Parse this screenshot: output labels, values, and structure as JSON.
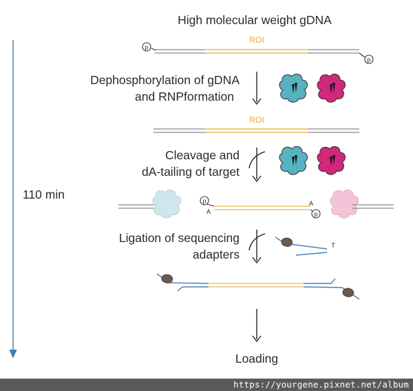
{
  "title": "High molecular weight gDNA",
  "roi_label": "ROI",
  "phosphate_label": "p",
  "adenine_label": "A",
  "thymine_label": "T",
  "steps": {
    "dephos": [
      "Dephosphorylation of gDNA",
      "and RNPformation"
    ],
    "cleavage": [
      "Cleavage and",
      "dA-tailing of target"
    ],
    "ligation": [
      "Ligation of sequencing",
      "adapters"
    ],
    "loading": "Loading"
  },
  "timeline_label": "110 min",
  "footer_url": "https://yourgene.pixnet.net/album",
  "colors": {
    "timeline": "#3f7fb0",
    "dna": "#8a8a8a",
    "roi": "#f2c36b",
    "roi_text": "#e8a93a",
    "teal_rnp": "#57b3c1",
    "magenta_rnp": "#d0287a",
    "teal_faded": "#cfe6ec",
    "pink_faded": "#f3c3d8",
    "adapter": "#4a7fb5",
    "motor": "#6b5a4e"
  },
  "icons": [
    "phosphate-circle-icon",
    "rnp-complex-icon",
    "adapter-motor-icon",
    "down-arrow-icon",
    "curved-arrow-icon"
  ]
}
